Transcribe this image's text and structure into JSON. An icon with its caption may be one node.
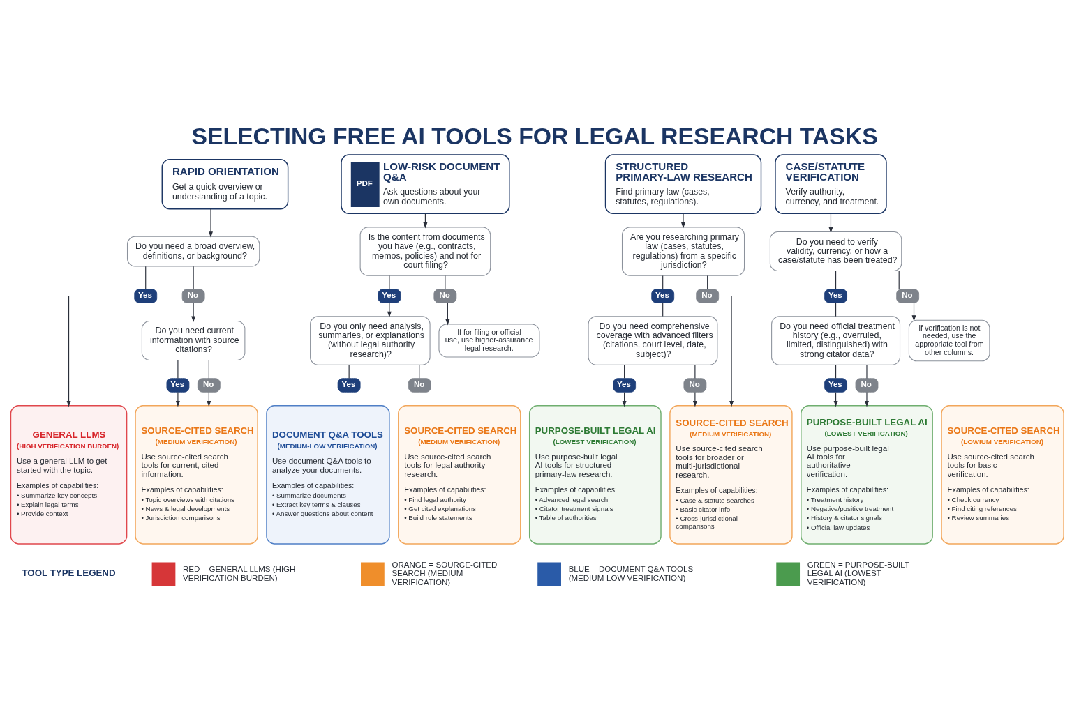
{
  "diagram": {
    "title": "SELECTING FREE AI TOOLS FOR LEGAL RESEARCH TASKS",
    "nodes": [
      {
        "text": [
          "RAPID ORIENTATION",
          "Get a quick overview or understanding of a topic."
        ]
      },
      {
        "text": [
          "PDF",
          "LOW-RISK DOCUMENT Q&A",
          "Ask questions about your own documents."
        ]
      },
      {
        "text": [
          "STRUCTURED PRIMARY-LAW RESEARCH",
          "Find primary law (cases, statutes, regulations)."
        ]
      },
      {
        "text": [
          "CASE/STATUTE VERIFICATION",
          "Verify authority, currency, and treatment."
        ]
      },
      {
        "text": [
          "Do you need a broad overview, definitions, or background?"
        ]
      },
      {
        "text": [
          "Is the content from documents you have (e.g., contracts, memos, policies) and not for court filing?"
        ]
      },
      {
        "text": [
          "Are you researching primary law (cases, statutes, regulations) from a specific jurisdiction?"
        ]
      },
      {
        "text": [
          "Do you need to verify validity, currency, or how a case/statute has been treated?"
        ]
      },
      {
        "text": [
          "Yes"
        ]
      },
      {
        "text": [
          "No"
        ]
      },
      {
        "text": [
          "Yes"
        ]
      },
      {
        "text": [
          "No"
        ]
      },
      {
        "text": [
          "Yes"
        ]
      },
      {
        "text": [
          "No"
        ]
      },
      {
        "text": [
          "Yes"
        ]
      },
      {
        "text": [
          "No"
        ]
      },
      {
        "text": [
          "Do you need current information with source citations?"
        ]
      },
      {
        "text": [
          "If for filing or official use, use higher-assurance legal research."
        ]
      },
      {
        "text": [
          "Do you need comprehensive coverage with advanced filters (citations, court level, date, subject)?"
        ]
      },
      {
        "text": [
          "Do you need official treatment history (e.g., overruled, limited, distinguished) with strong citator data?"
        ]
      },
      {
        "text": [
          "If verification is not needed, use the appropriate tool from other columns."
        ]
      },
      {
        "text": [
          "Do you only need analysis, summaries, or explanations (without legal authority research)?"
        ]
      },
      {
        "text": [
          "Yes"
        ]
      },
      {
        "text": [
          "No"
        ]
      },
      {
        "text": [
          "Yes"
        ]
      },
      {
        "text": [
          "No"
        ]
      },
      {
        "text": [
          "Yes"
        ]
      },
      {
        "text": [
          "No"
        ]
      },
      {
        "text": [
          "Yes"
        ]
      },
      {
        "text": [
          "No"
        ]
      },
      {
        "text": [
          "GENERAL LLMS",
          "(HIGH VERIFICATION BURDEN)",
          "Use a general LLM to get started with the topic.",
          "Examples of capabilities:",
          "• Summarize key concepts",
          "• Explain legal terms",
          "• Provide context"
        ]
      },
      {
        "text": [
          "SOURCE-CITED SEARCH",
          "(MEDIUM VERIFICATION)",
          "Use source-cited search tools for current, cited information.",
          "Examples of capabilities:",
          "• Topic overviews with citations",
          "• News & legal developments",
          "• Jurisdiction comparisons"
        ]
      },
      {
        "text": [
          "DOCUMENT Q&A TOOLS",
          "(MEDIUM-LOW VERIFICATION)",
          "Use document Q&A tools to analyze your documents.",
          "Examples of capabilities:",
          "• Summarize documents",
          "• Extract key terms & clauses",
          "• Answer questions about content"
        ]
      },
      {
        "text": [
          "SOURCE-CITED SEARCH",
          "(MEDIUM VERIFICATION)",
          "Use source-cited search tools for legal authority research.",
          "Examples of capabilities:",
          "• Find legal authority",
          "• Get cited explanations",
          "• Build rule statements"
        ]
      },
      {
        "text": [
          "PURPOSE-BUILT LEGAL AI",
          "(LOWEST VERIFICATION)",
          "Use purpose-built legal AI tools for structured primary-law research.",
          "Examples of capabilities:",
          "• Advanced legal search",
          "• Citator treatment signals",
          "• Table of authorities"
        ]
      },
      {
        "text": [
          "SOURCE-CITED SEARCH",
          "(MEDIUM VERIFICATION)",
          "Use source-cited search tools for broader or multi-jurisdictional research.",
          "Examples of capabilities:",
          "• Case & statute searches",
          "• Basic citator info",
          "• Cross-jurisdictional comparisons"
        ]
      },
      {
        "text": [
          "PURPOSE-BUILT LEGAL AI",
          "(LOWEST VERIFICATION)",
          "Use purpose-built legal AI tools for authoritative verification.",
          "Examples of capabilities:",
          "• Treatment history",
          "• Negative/positive treatment",
          "• History & citator signals",
          "• Official law updates"
        ]
      },
      {
        "text": [
          "SOURCE-CITED SEARCH",
          "(LOWIUM VERIFICATION)",
          "Use source-cited search tools for basic verification.",
          "Examples of capabilities:",
          "• Check currency",
          "• Find citing references",
          "• Review summaries"
        ]
      }
    ],
    "edges": [
      {
        "from": 0,
        "to": 4,
        "arrow": "to"
      },
      {
        "from": 1,
        "to": 5,
        "arrow": "to"
      },
      {
        "from": 2,
        "to": 6,
        "arrow": "to"
      },
      {
        "from": 3,
        "to": 7,
        "arrow": "to"
      },
      {
        "from": 4,
        "to": 8,
        "arrow": "none"
      },
      {
        "from": 4,
        "to": 9,
        "arrow": "none"
      },
      {
        "from": 8,
        "to": 30,
        "arrow": "to"
      },
      {
        "from": 9,
        "to": 16,
        "arrow": "to"
      },
      {
        "from": 16,
        "to": 22,
        "arrow": "none"
      },
      {
        "from": 16,
        "to": 23,
        "arrow": "none"
      },
      {
        "from": 22,
        "to": 31,
        "arrow": "to"
      },
      {
        "from": 23,
        "to": 31,
        "arrow": "to"
      },
      {
        "from": 5,
        "to": 10,
        "arrow": "none"
      },
      {
        "from": 5,
        "to": 11,
        "arrow": "none"
      },
      {
        "from": 10,
        "to": 21,
        "arrow": "to"
      },
      {
        "from": 11,
        "to": 17,
        "arrow": "to"
      },
      {
        "from": 21,
        "to": 28,
        "arrow": "none"
      },
      {
        "from": 21,
        "to": 29,
        "arrow": "none"
      },
      {
        "from": 6,
        "to": 12,
        "arrow": "none"
      },
      {
        "from": 6,
        "to": 13,
        "arrow": "none"
      },
      {
        "from": 12,
        "to": 18,
        "arrow": "none"
      },
      {
        "from": 13,
        "to": 35,
        "arrow": "to"
      },
      {
        "from": 18,
        "to": 24,
        "arrow": "none"
      },
      {
        "from": 18,
        "to": 25,
        "arrow": "none"
      },
      {
        "from": 24,
        "to": 34,
        "arrow": "to"
      },
      {
        "from": 25,
        "to": 35,
        "arrow": "to"
      },
      {
        "from": 7,
        "to": 14,
        "arrow": "none"
      },
      {
        "from": 7,
        "to": 15,
        "arrow": "none"
      },
      {
        "from": 14,
        "to": 19,
        "arrow": "none"
      },
      {
        "from": 15,
        "to": 20,
        "arrow": "to"
      },
      {
        "from": 19,
        "to": 26,
        "arrow": "none"
      },
      {
        "from": 19,
        "to": 27,
        "arrow": "none"
      },
      {
        "from": 26,
        "to": 36,
        "arrow": "to"
      },
      {
        "from": 27,
        "to": 36,
        "arrow": "to"
      }
    ],
    "labels": [
      "TOOL TYPE LEGEND"
    ],
    "legend": [
      {
        "text": "RED = GENERAL LLMS (HIGH VERIFICATION BURDEN)",
        "color": "#d63638"
      },
      {
        "text": "ORANGE = SOURCE-CITED SEARCH (MEDIUM VERIFICATION)",
        "color": "#ef8e2b"
      },
      {
        "text": "BLUE = DOCUMENT Q&A TOOLS (MEDIUM-LOW VERIFICATION)",
        "color": "#2a5ba8"
      },
      {
        "text": "GREEN = PURPOSE-BUILT LEGAL AI (LOWEST VERIFICATION)",
        "color": "#4b9b4e"
      }
    ]
  }
}
